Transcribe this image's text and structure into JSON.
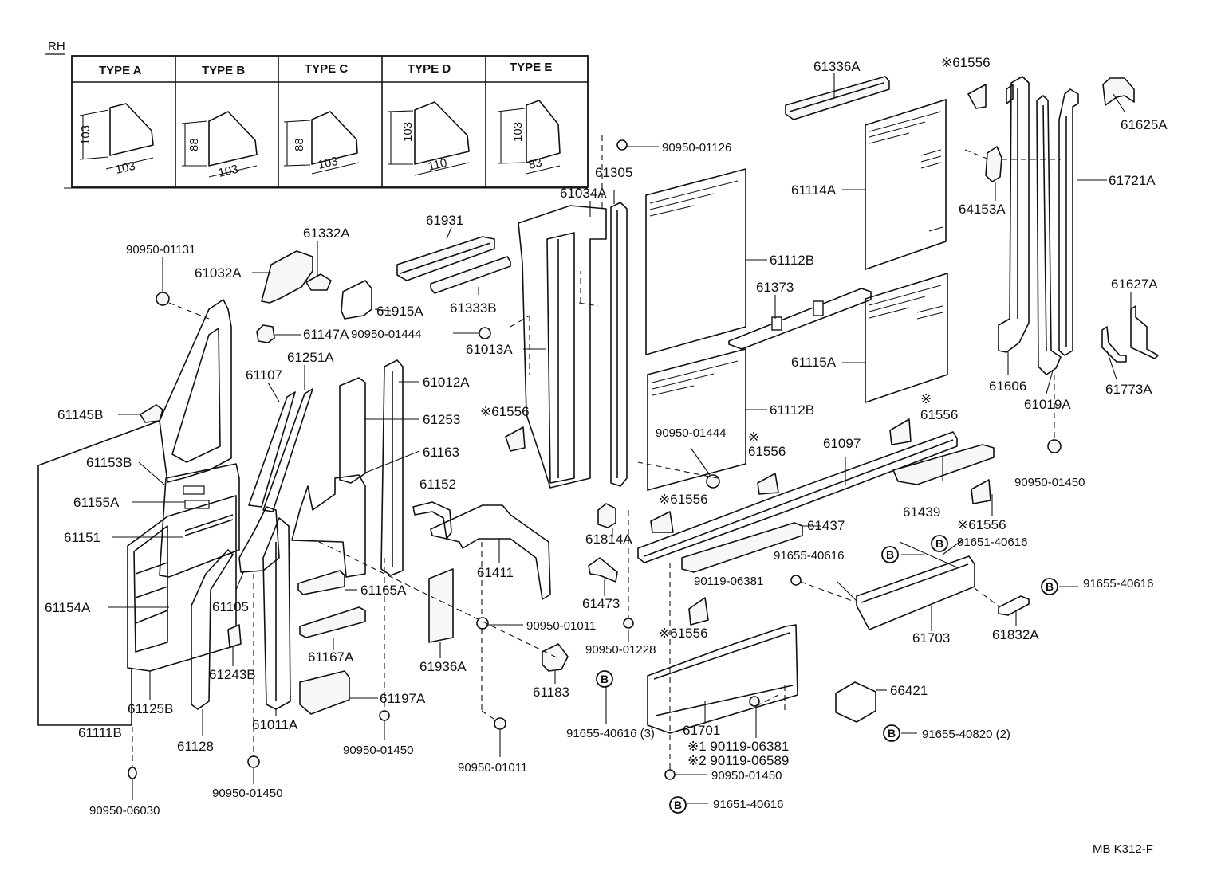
{
  "side_label": "RH",
  "types": [
    {
      "name": "TYPE A",
      "h": "103",
      "w": "103"
    },
    {
      "name": "TYPE B",
      "h": "88",
      "w": "103"
    },
    {
      "name": "TYPE C",
      "h": "88",
      "w": "103"
    },
    {
      "name": "TYPE D",
      "h": "103",
      "w": "110"
    },
    {
      "name": "TYPE E",
      "h": "103",
      "w": "83"
    }
  ],
  "labels": {
    "p61336A": "61336A",
    "p61556_top": "※61556",
    "p61625A": "61625A",
    "p90950_01126": "90950-01126",
    "p61305": "61305",
    "p61034A": "61034A",
    "p61114A": "61114A",
    "p64153A": "64153A",
    "p61721A": "61721A",
    "p61931": "61931",
    "p61332A": "61332A",
    "p90950_01131": "90950-01131",
    "p61032A": "61032A",
    "p61112B_a": "61112B",
    "p61373": "61373",
    "p61627A": "61627A",
    "p61915A": "61915A",
    "p61333B": "61333B",
    "p90950_01444_a": "90950-01444",
    "p61147A": "61147A",
    "p61013A": "61013A",
    "p61115A": "61115A",
    "p61251A": "61251A",
    "p61107": "61107",
    "p61012A": "61012A",
    "p61606": "61606",
    "p61773A": "61773A",
    "p61019A": "61019A",
    "p61145B": "61145B",
    "p61253": "61253",
    "p61556_b": "※61556",
    "p61112B_b": "61112B",
    "p61556_c": "61556",
    "p61556_c_mark": "※",
    "p61163": "61163",
    "p90950_01444_b": "90950-01444",
    "p61556_d_mark": "※",
    "p61556_d": "61556",
    "p61097": "61097",
    "p61153B": "61153B",
    "p90950_01450_a": "90950-01450",
    "p61152": "61152",
    "p61155A": "61155A",
    "p61556_e": "※61556",
    "p61439": "61439",
    "p61437": "61437",
    "p61556_f": "※61556",
    "p61151": "61151",
    "p61814A": "61814A",
    "p91651_40616_a": "91651-40616",
    "p91655_40616_a": "91655-40616",
    "p61411": "61411",
    "p61165A": "61165A",
    "p90119_06381_a": "90119-06381",
    "p91655_40616_b": "91655-40616",
    "p61154A": "61154A",
    "p61105": "61105",
    "p61473": "61473",
    "p90950_01011_a": "90950-01011",
    "p61556_g": "※61556",
    "p61703": "61703",
    "p61832A": "61832A",
    "p61243B": "61243B",
    "p61167A": "61167A",
    "p61936A": "61936A",
    "p90950_01228": "90950-01228",
    "p61183": "61183",
    "p66421": "66421",
    "p61125B": "61125B",
    "p61197A": "61197A",
    "p61111B": "61111B",
    "p61128": "61128",
    "p61011A": "61011A",
    "p61701": "61701",
    "p91655_40616_3": "91655-40616 (3)",
    "p91655_40820_2": "91655-40820 (2)",
    "p90950_01450_b": "90950-01450",
    "p90950_01011_b": "90950-01011",
    "p90119_06381_b": "※1 90119-06381",
    "p90119_06589": "※2 90119-06589",
    "p90950_01450_c": "90950-01450",
    "p90950_01450_d": "90950-01450",
    "p90950_06030": "90950-06030",
    "p91651_40616_b": "91651-40616",
    "b_mark": "B",
    "code": "MB K312-F"
  }
}
